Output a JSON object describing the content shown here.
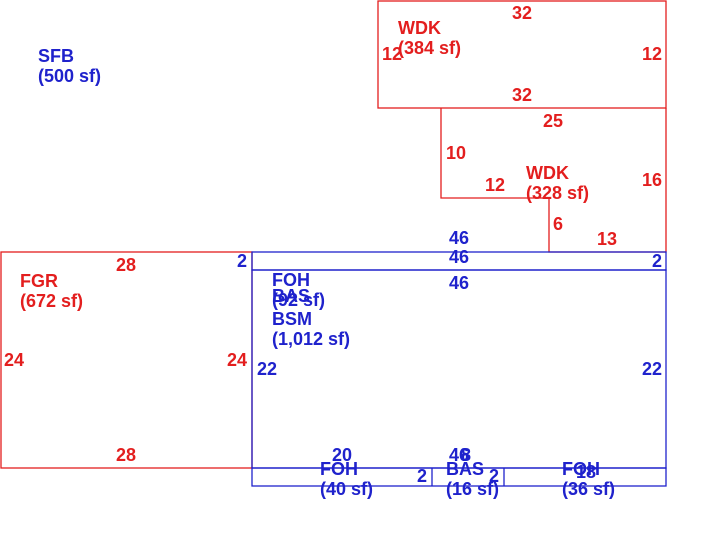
{
  "colors": {
    "red": "#e31e1e",
    "blue": "#1f22cc"
  },
  "areas": {
    "sfb": {
      "name": "SFB",
      "area": "(500 sf)"
    },
    "wdk1": {
      "name": "WDK",
      "area": "(384 sf)"
    },
    "wdk2": {
      "name": "WDK",
      "area": "(328 sf)"
    },
    "fgr": {
      "name": "FGR",
      "area": "(672 sf)"
    },
    "foh_top": {
      "name": "FOH",
      "area": "(92 sf)"
    },
    "bas_top": {
      "name": "BAS"
    },
    "bsm": {
      "name": "BSM",
      "area": "(1,012 sf)"
    },
    "foh_b1": {
      "name": "FOH",
      "area": "(40 sf)"
    },
    "bas_b": {
      "name": "BAS",
      "area": "(16 sf)"
    },
    "foh_b2": {
      "name": "FOH",
      "area": "(36 sf)"
    }
  },
  "dims": {
    "wdk1_top": "32",
    "wdk1_left": "12",
    "wdk1_right": "12",
    "wdk1_bottom": "32",
    "wdk2_top": "25",
    "wdk2_left": "10",
    "wdk2_inner": "12",
    "wdk2_right": "16",
    "wdk2_step": "6",
    "wdk2_bottom": "13",
    "fgr_top": "28",
    "fgr_left": "24",
    "fgr_right": "24",
    "fgr_bottom": "28",
    "strip_top1": "46",
    "strip_top2": "46",
    "strip_left": "2",
    "strip_right": "2",
    "bsm_top": "46",
    "bsm_left": "22",
    "bsm_right": "22",
    "bottom_20": "20",
    "bottom_46": "46",
    "bottom_8": "8",
    "bottom_2a": "2",
    "bottom_2b": "2",
    "bottom_18": "18"
  }
}
